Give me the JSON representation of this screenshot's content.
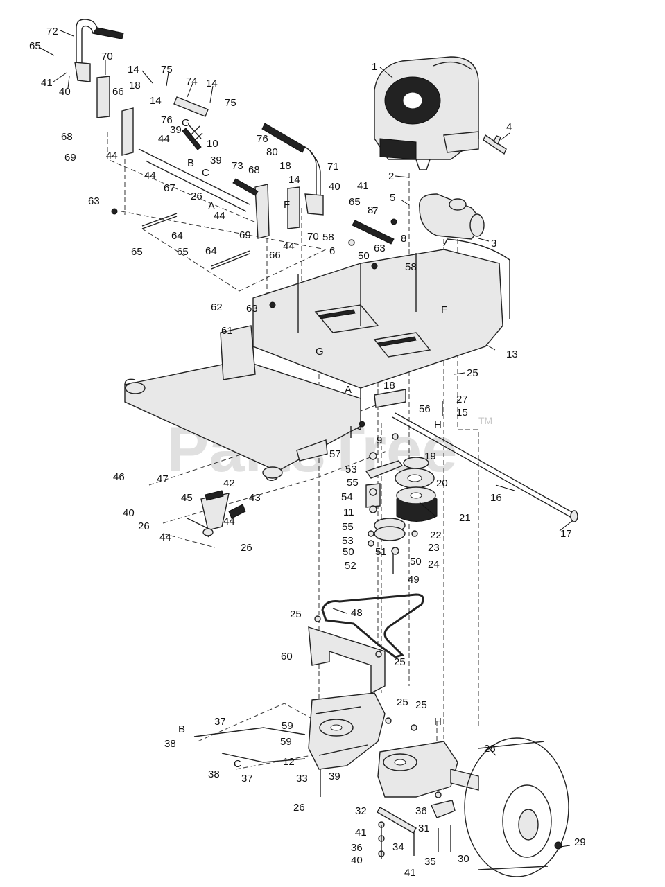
{
  "watermark": {
    "text": "PartsTree",
    "tm": "TM"
  },
  "callouts": [
    {
      "id": "c72",
      "label": "72"
    },
    {
      "id": "c65a",
      "label": "65"
    },
    {
      "id": "c41a",
      "label": "41"
    },
    {
      "id": "c40a",
      "label": "40"
    },
    {
      "id": "c70a",
      "label": "70"
    },
    {
      "id": "c14a",
      "label": "14"
    },
    {
      "id": "c75a",
      "label": "75"
    },
    {
      "id": "c74",
      "label": "74"
    },
    {
      "id": "c14b",
      "label": "14"
    },
    {
      "id": "c66a",
      "label": "66"
    },
    {
      "id": "c18a",
      "label": "18"
    },
    {
      "id": "c14c",
      "label": "14"
    },
    {
      "id": "c75b",
      "label": "75"
    },
    {
      "id": "c76a",
      "label": "76"
    },
    {
      "id": "c68a",
      "label": "68"
    },
    {
      "id": "c69a",
      "label": "69"
    },
    {
      "id": "c44a",
      "label": "44"
    },
    {
      "id": "c39a",
      "label": "39"
    },
    {
      "id": "c44b",
      "label": "44"
    },
    {
      "id": "c76b",
      "label": "76"
    },
    {
      "id": "c10",
      "label": "10"
    },
    {
      "id": "c44c",
      "label": "44"
    },
    {
      "id": "c39b",
      "label": "39"
    },
    {
      "id": "c80",
      "label": "80"
    },
    {
      "id": "c73",
      "label": "73"
    },
    {
      "id": "c68b",
      "label": "68"
    },
    {
      "id": "c18b",
      "label": "18"
    },
    {
      "id": "c71",
      "label": "71"
    },
    {
      "id": "c67",
      "label": "67"
    },
    {
      "id": "c26a",
      "label": "26"
    },
    {
      "id": "c14d",
      "label": "14"
    },
    {
      "id": "c40b",
      "label": "40"
    },
    {
      "id": "c41b",
      "label": "41"
    },
    {
      "id": "c63a",
      "label": "63"
    },
    {
      "id": "c44d",
      "label": "44"
    },
    {
      "id": "c65b",
      "label": "65"
    },
    {
      "id": "c8a",
      "label": "8"
    },
    {
      "id": "c69b",
      "label": "69"
    },
    {
      "id": "c70b",
      "label": "70"
    },
    {
      "id": "c64a",
      "label": "64"
    },
    {
      "id": "c58a",
      "label": "58"
    },
    {
      "id": "c44e",
      "label": "44"
    },
    {
      "id": "c66b",
      "label": "66"
    },
    {
      "id": "c65c",
      "label": "65"
    },
    {
      "id": "c65d",
      "label": "65"
    },
    {
      "id": "c64b",
      "label": "64"
    },
    {
      "id": "c6",
      "label": "6"
    },
    {
      "id": "c7",
      "label": "7"
    },
    {
      "id": "c8b",
      "label": "8"
    },
    {
      "id": "c63b",
      "label": "63"
    },
    {
      "id": "c50a",
      "label": "50"
    },
    {
      "id": "c58b",
      "label": "58"
    },
    {
      "id": "c1",
      "label": "1"
    },
    {
      "id": "c4",
      "label": "4"
    },
    {
      "id": "c2",
      "label": "2"
    },
    {
      "id": "c5",
      "label": "5"
    },
    {
      "id": "c3",
      "label": "3"
    },
    {
      "id": "c63c",
      "label": "63"
    },
    {
      "id": "c62",
      "label": "62"
    },
    {
      "id": "c61",
      "label": "61"
    },
    {
      "id": "c13",
      "label": "13"
    },
    {
      "id": "c25a",
      "label": "25"
    },
    {
      "id": "c18c",
      "label": "18"
    },
    {
      "id": "c27",
      "label": "27"
    },
    {
      "id": "c15",
      "label": "15"
    },
    {
      "id": "c56",
      "label": "56"
    },
    {
      "id": "c9",
      "label": "9"
    },
    {
      "id": "c57",
      "label": "57"
    },
    {
      "id": "c19",
      "label": "19"
    },
    {
      "id": "c53a",
      "label": "53"
    },
    {
      "id": "c20",
      "label": "20"
    },
    {
      "id": "c55a",
      "label": "55"
    },
    {
      "id": "c16",
      "label": "16"
    },
    {
      "id": "c54",
      "label": "54"
    },
    {
      "id": "c46",
      "label": "46"
    },
    {
      "id": "c47",
      "label": "47"
    },
    {
      "id": "c42",
      "label": "42"
    },
    {
      "id": "c43",
      "label": "43"
    },
    {
      "id": "c45",
      "label": "45"
    },
    {
      "id": "c40c",
      "label": "40"
    },
    {
      "id": "c11",
      "label": "11"
    },
    {
      "id": "c21",
      "label": "21"
    },
    {
      "id": "c26b",
      "label": "26"
    },
    {
      "id": "c44f",
      "label": "44"
    },
    {
      "id": "c44g",
      "label": "44"
    },
    {
      "id": "c55b",
      "label": "55"
    },
    {
      "id": "c22",
      "label": "22"
    },
    {
      "id": "c17",
      "label": "17"
    },
    {
      "id": "c53b",
      "label": "53"
    },
    {
      "id": "c23",
      "label": "23"
    },
    {
      "id": "c26c",
      "label": "26"
    },
    {
      "id": "c50b",
      "label": "50"
    },
    {
      "id": "c51",
      "label": "51"
    },
    {
      "id": "c50c",
      "label": "50"
    },
    {
      "id": "c24",
      "label": "24"
    },
    {
      "id": "c52",
      "label": "52"
    },
    {
      "id": "c49",
      "label": "49"
    },
    {
      "id": "c48",
      "label": "48"
    },
    {
      "id": "c25b",
      "label": "25"
    },
    {
      "id": "c60",
      "label": "60"
    },
    {
      "id": "c25c",
      "label": "25"
    },
    {
      "id": "c37a",
      "label": "37"
    },
    {
      "id": "c25d",
      "label": "25"
    },
    {
      "id": "c25e",
      "label": "25"
    },
    {
      "id": "c59a",
      "label": "59"
    },
    {
      "id": "c38a",
      "label": "38"
    },
    {
      "id": "c59b",
      "label": "59"
    },
    {
      "id": "c28",
      "label": "28"
    },
    {
      "id": "c12",
      "label": "12"
    },
    {
      "id": "c38b",
      "label": "38"
    },
    {
      "id": "c37b",
      "label": "37"
    },
    {
      "id": "c33",
      "label": "33"
    },
    {
      "id": "c39c",
      "label": "39"
    },
    {
      "id": "c26d",
      "label": "26"
    },
    {
      "id": "c32",
      "label": "32"
    },
    {
      "id": "c36a",
      "label": "36"
    },
    {
      "id": "c31",
      "label": "31"
    },
    {
      "id": "c29",
      "label": "29"
    },
    {
      "id": "c41c",
      "label": "41"
    },
    {
      "id": "c36b",
      "label": "36"
    },
    {
      "id": "c34",
      "label": "34"
    },
    {
      "id": "c35",
      "label": "35"
    },
    {
      "id": "c30",
      "label": "30"
    },
    {
      "id": "c40d",
      "label": "40"
    },
    {
      "id": "c41d",
      "label": "41"
    }
  ],
  "reference_letters": [
    {
      "id": "lG1",
      "label": "G"
    },
    {
      "id": "lB1",
      "label": "B"
    },
    {
      "id": "lC1",
      "label": "C"
    },
    {
      "id": "lA1",
      "label": "A"
    },
    {
      "id": "lF1",
      "label": "F"
    },
    {
      "id": "lG2",
      "label": "G"
    },
    {
      "id": "lA2",
      "label": "A"
    },
    {
      "id": "lF2",
      "label": "F"
    },
    {
      "id": "lH1",
      "label": "H"
    },
    {
      "id": "lB2",
      "label": "B"
    },
    {
      "id": "lC2",
      "label": "C"
    },
    {
      "id": "lH2",
      "label": "H"
    }
  ]
}
